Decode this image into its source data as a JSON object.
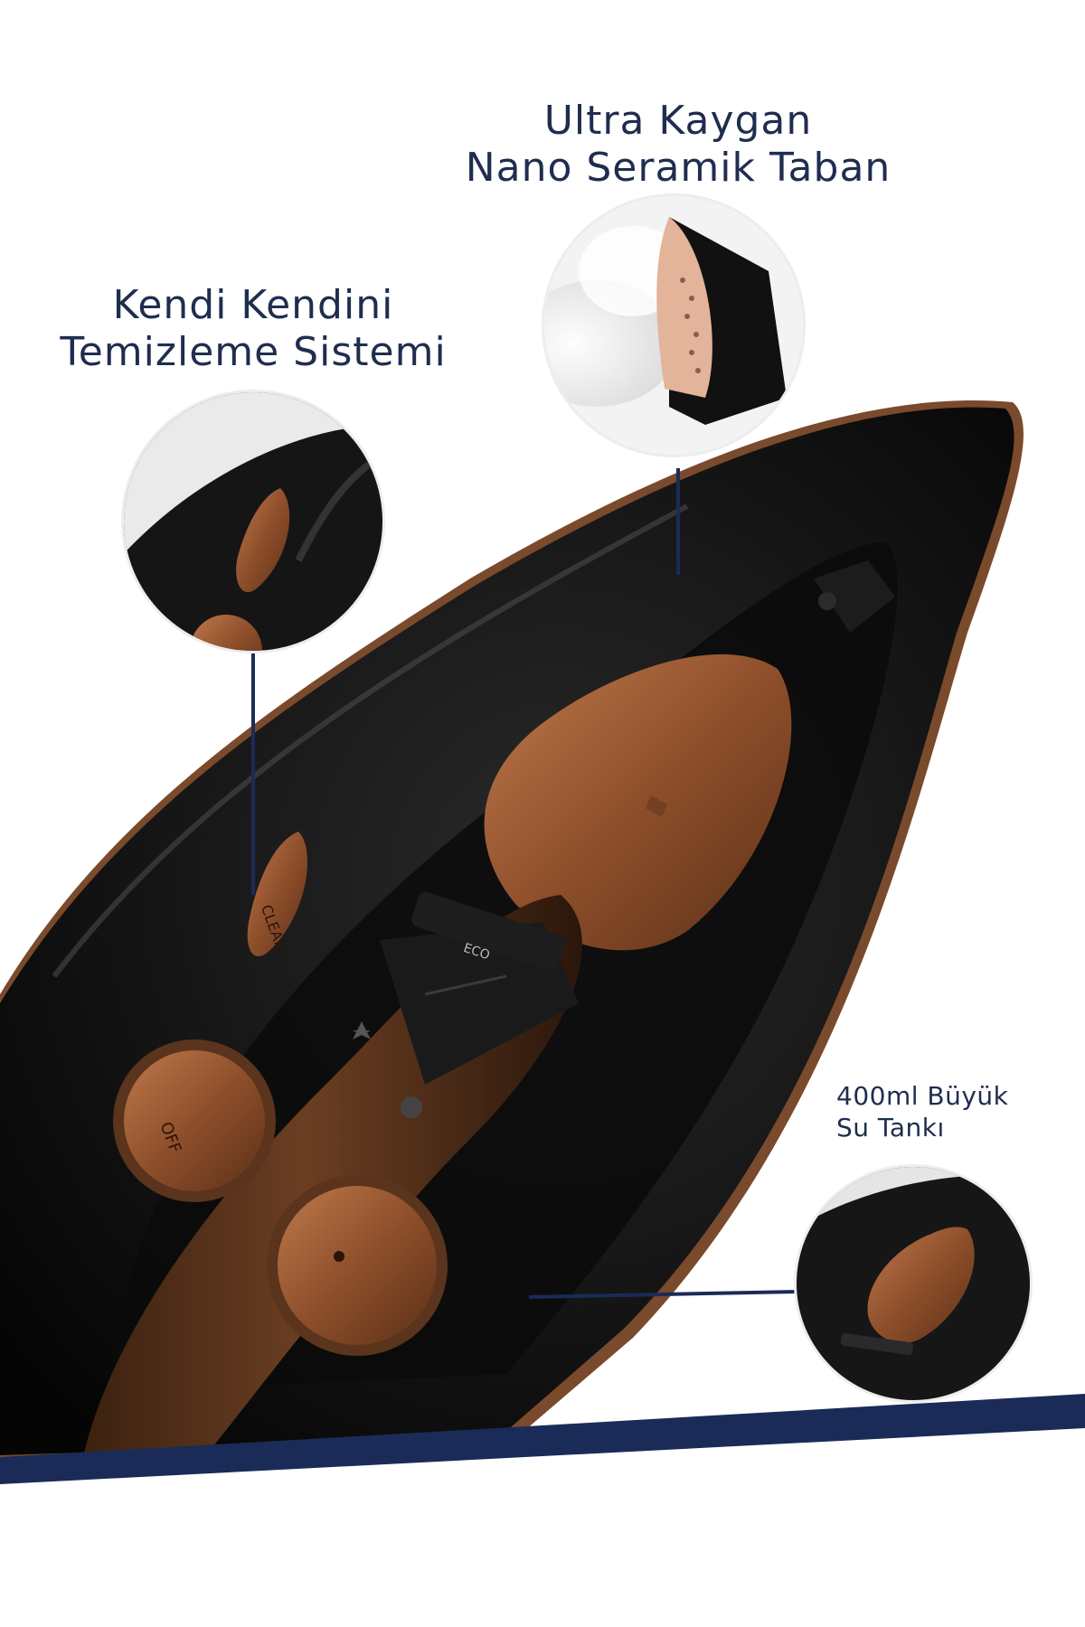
{
  "colors": {
    "navy": "#1a2b57",
    "copper": "#9a5a33",
    "copper_light": "#d79b78",
    "body_black": "#121212",
    "label_text": "#1f2d4f"
  },
  "callouts": {
    "sole_plate": {
      "line1": "Ultra Kaygan",
      "line2": "Nano Seramik Taban"
    },
    "self_clean": {
      "line1": "Kendi Kendini",
      "line2": "Temizleme Sistemi"
    },
    "water_tank": {
      "line1": "400ml Büyük",
      "line2": "Su Tankı"
    }
  },
  "iron": {
    "clean_button_label": "CLEAN",
    "eco_label": "ECO",
    "dial_label": "OFF",
    "steam_icon": "steam-burst-icon",
    "turbo_icon": "turbo-steam-icon"
  }
}
